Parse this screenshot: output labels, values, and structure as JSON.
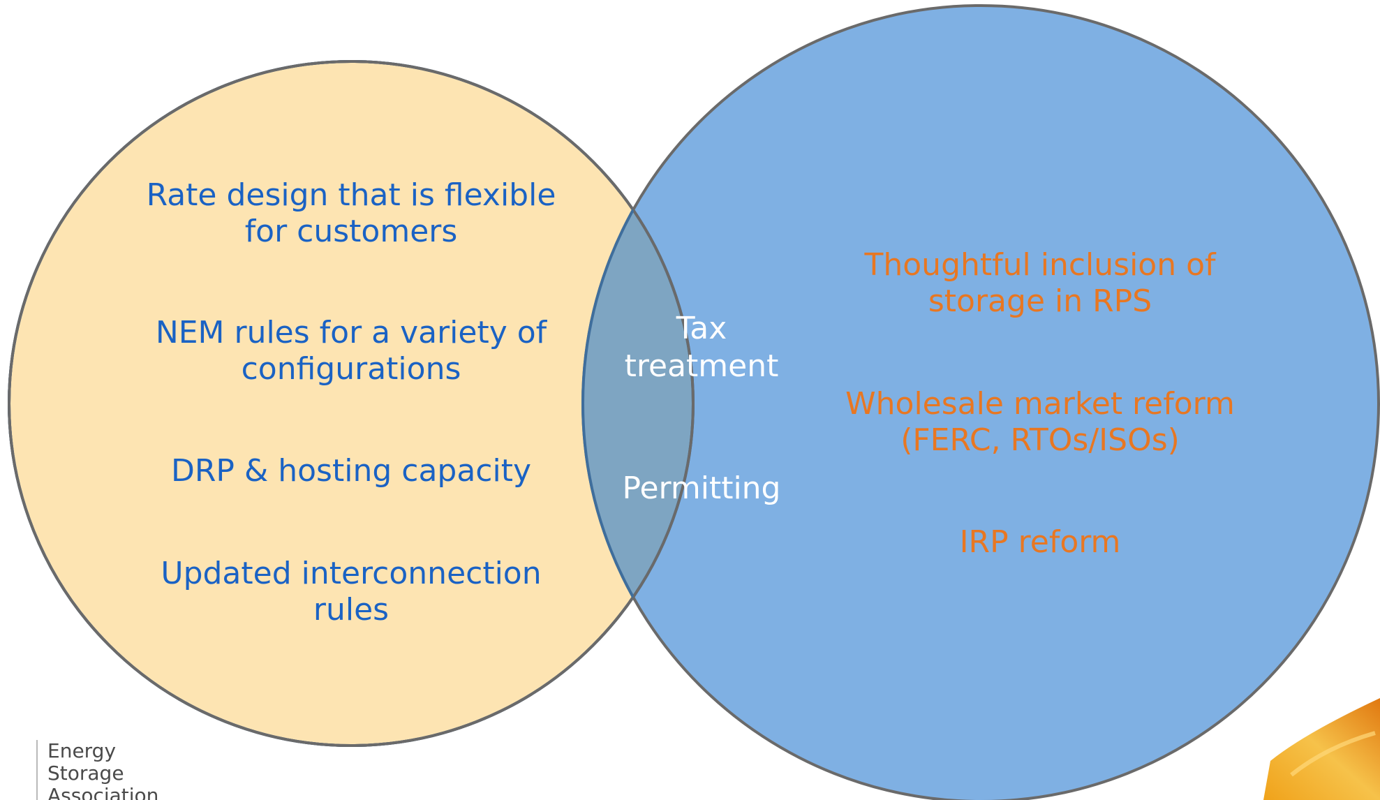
{
  "colors": {
    "left_fill": "#fde4b2",
    "right_fill": "#7fb0e3",
    "overlap_fill": "#7ea5c2",
    "circle_stroke": "#6a6a6a",
    "left_text": "#1a62c4",
    "right_text": "#e87722",
    "middle_text": "#ffffff"
  },
  "left_circle": {
    "items": [
      "Rate design that is flexible\nfor customers",
      "NEM rules for a variety of\nconfigurations",
      "DRP & hosting capacity",
      "Updated interconnection\nrules"
    ]
  },
  "intersection": {
    "items": [
      "Tax\ntreatment",
      "Permitting"
    ]
  },
  "right_circle": {
    "items": [
      "Thoughtful inclusion of\nstorage in RPS",
      "Wholesale market reform\n(FERC, RTOs/ISOs)",
      "IRP reform"
    ]
  },
  "logo": {
    "line1": "Energy",
    "line2": "Storage",
    "line3": "Association"
  },
  "icons": {
    "corner": "orange-swoosh-graphic"
  }
}
